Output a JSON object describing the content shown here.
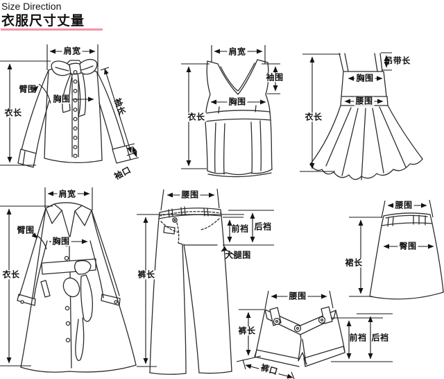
{
  "colors": {
    "ink": "#141414",
    "line_art": "#2b2b2b",
    "accent_pink": "#f693a7",
    "background": "#ffffff"
  },
  "header": {
    "title_en": "Size Direction",
    "title_zh": "衣服尺寸丈量"
  },
  "garments": {
    "blouse": {
      "labels": {
        "shoulder_width": "肩宽",
        "garment_length": "衣长",
        "arm_circumference": "臂围",
        "bust": "胸围",
        "sleeve_length": "袖长",
        "cuff_opening": "袖口"
      }
    },
    "vest": {
      "labels": {
        "shoulder_width": "肩宽",
        "garment_length": "衣长",
        "armhole": "袖围",
        "bust": "胸围"
      }
    },
    "dress": {
      "labels": {
        "garment_length": "衣长",
        "strap_length": "吊带长",
        "bust": "胸围",
        "waist": "腰围"
      }
    },
    "coat": {
      "labels": {
        "shoulder_width": "肩宽",
        "garment_length": "衣长",
        "arm_circumference": "臂围",
        "bust": "胸围"
      }
    },
    "jeans": {
      "labels": {
        "waist": "腰围",
        "pants_length": "裤长",
        "front_rise": "前裆",
        "back_rise": "后裆",
        "thigh": "大腿围"
      }
    },
    "skirt": {
      "labels": {
        "waist": "腰围",
        "hip": "臀围",
        "skirt_length": "裙长"
      }
    },
    "shorts": {
      "labels": {
        "waist": "腰围",
        "pants_length": "裤长",
        "front_rise": "前裆",
        "back_rise": "后裆",
        "leg_opening": "裤口"
      }
    }
  }
}
